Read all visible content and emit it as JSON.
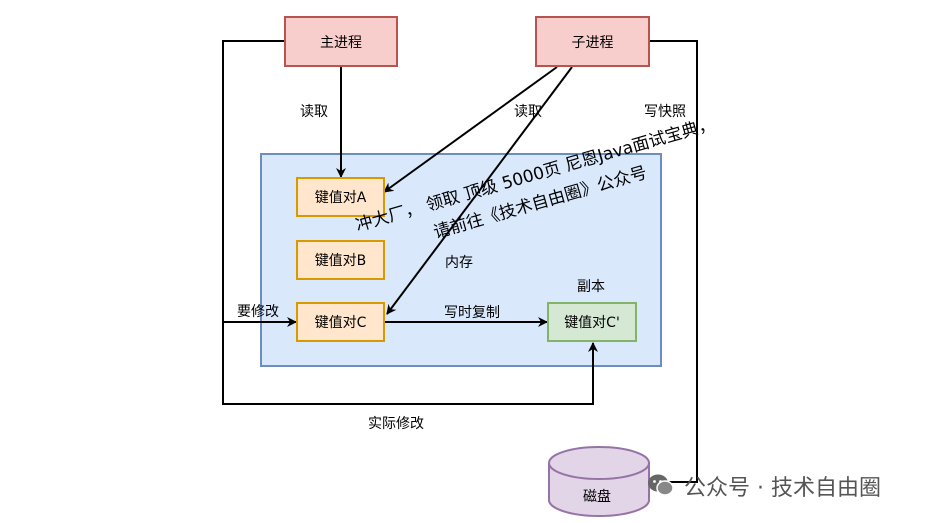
{
  "nodes": {
    "main_process": "主进程",
    "child_process": "子进程",
    "kv_a": "键值对A",
    "kv_b": "键值对B",
    "kv_c": "键值对C",
    "kv_c_copy": "键值对C'",
    "disk": "磁盘"
  },
  "labels": {
    "memory": "内存",
    "copy": "副本",
    "main_read": "读取",
    "child_read": "读取",
    "snapshot": "写快照",
    "want_modify": "要修改",
    "copy_on_write": "写时复制",
    "actual_modify": "实际修改"
  },
  "watermark": {
    "line1": "冲大厂， 领取 顶级 5000页 尼恩Java面试宝典，",
    "line2": "请前往《技术自由圈》公众号"
  },
  "brand": {
    "text": "公众号 · 技术自由圈",
    "icon": "wechat-icon"
  },
  "colors": {
    "process_fill": "#f8cecc",
    "process_border": "#b85450",
    "kv_fill": "#ffe6cc",
    "kv_border": "#d79b00",
    "memory_fill": "#dae8fc",
    "memory_border": "#6c8ebf",
    "copy_fill": "#d5e8d4",
    "copy_border": "#82b366",
    "disk_fill": "#e1d5e7",
    "disk_border": "#9673a6"
  }
}
